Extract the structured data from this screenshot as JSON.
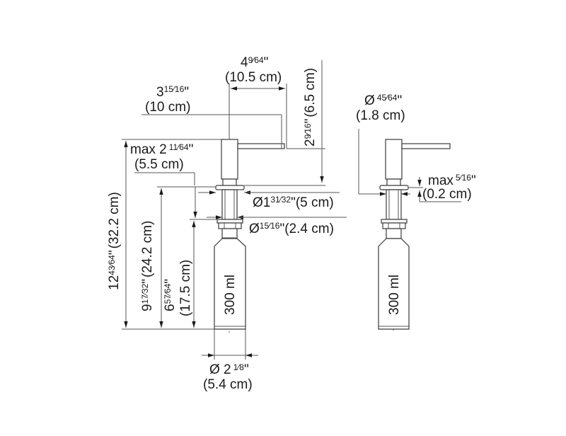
{
  "diagram": {
    "title": "Soap dispenser dimension drawing",
    "colors": {
      "line": "#3a3a3a",
      "text": "#1a1a1a",
      "background": "#ffffff"
    },
    "front_view": {
      "spout_reach": {
        "inch_whole": "4",
        "inch_frac": "9⁄64",
        "inch_mark": "\"",
        "metric": "(10.5 cm)"
      },
      "spout_offset": {
        "inch_whole": "3",
        "inch_frac": "15⁄16",
        "inch_mark": "\"",
        "metric": "(10 cm)"
      },
      "spout_height": {
        "inch_whole": "2",
        "inch_frac": "9⁄16",
        "inch_mark": "\"",
        "metric": "(6.5 cm)"
      },
      "max_deck": {
        "prefix": "max 2",
        "inch_frac": "11⁄64",
        "inch_mark": "\"",
        "metric": "(5.5 cm)"
      },
      "flange_diameter": {
        "prefix": "Ø1",
        "inch_frac": "31⁄32",
        "inch_mark": "\"",
        "metric": "(5 cm)"
      },
      "hole_diameter": {
        "prefix": "Ø",
        "inch_frac": "15⁄16",
        "inch_mark": "\"",
        "metric": "(2.4 cm)"
      },
      "total_height": {
        "inch_whole": "12",
        "inch_frac": "43⁄64",
        "inch_mark": "\"",
        "metric": "(32.2 cm)"
      },
      "below_deck": {
        "inch_whole": "9",
        "inch_frac": "17⁄32",
        "inch_mark": "\"",
        "metric": "(24.2 cm)"
      },
      "bottle_height": {
        "inch_whole": "6",
        "inch_frac": "57⁄64",
        "inch_mark": "\"",
        "metric": "(17.5 cm)"
      },
      "bottle_volume": "300 ml",
      "bottle_diameter": {
        "prefix": "Ø 2",
        "inch_frac": "1⁄8",
        "inch_mark": "\"",
        "metric": "(5.4 cm)"
      }
    },
    "side_view": {
      "body_diameter": {
        "prefix": "Ø",
        "inch_frac": "45⁄64",
        "inch_mark": "\"",
        "metric": "(1.8 cm)"
      },
      "max_flange": {
        "prefix": "max",
        "inch_frac": "5⁄16",
        "inch_mark": "\"",
        "metric": "(0.2 cm)"
      },
      "bottle_volume": "300 ml"
    }
  }
}
